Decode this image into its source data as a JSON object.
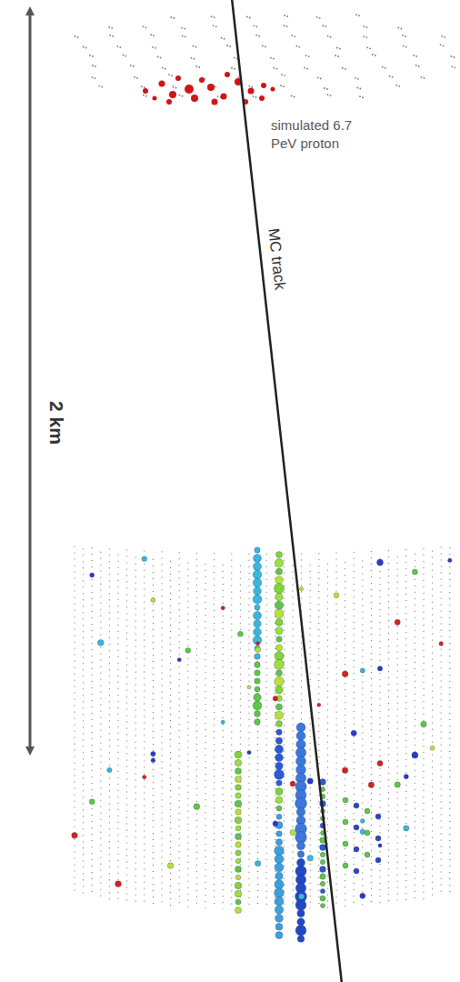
{
  "diagram": {
    "labels": [
      "simulated 6.7 PeV proton",
      "MC track",
      "2 km"
    ]
  }
}
